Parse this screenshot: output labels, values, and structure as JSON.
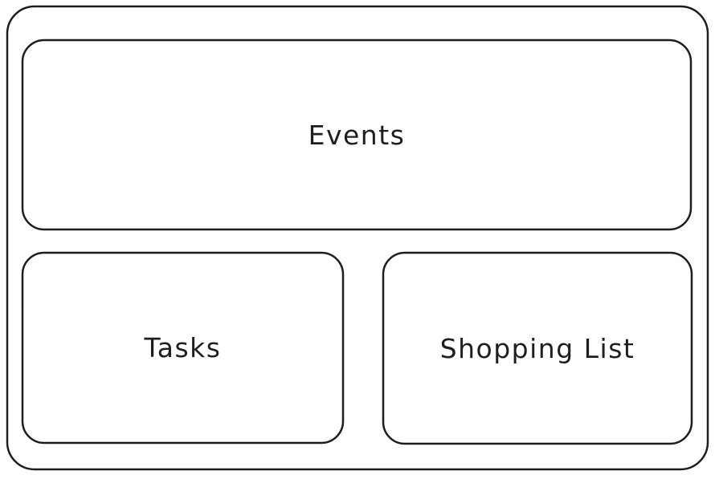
{
  "diagram": {
    "style": "hand-drawn-wireframe",
    "stroke_color": "#1e1e1e",
    "background_color": "#ffffff",
    "frame": {
      "description": "outer rounded rectangle enclosing all boxes"
    },
    "boxes": [
      {
        "id": "events",
        "label": "Events"
      },
      {
        "id": "tasks",
        "label": "Tasks"
      },
      {
        "id": "shopping_list",
        "label": "Shopping List"
      }
    ]
  }
}
